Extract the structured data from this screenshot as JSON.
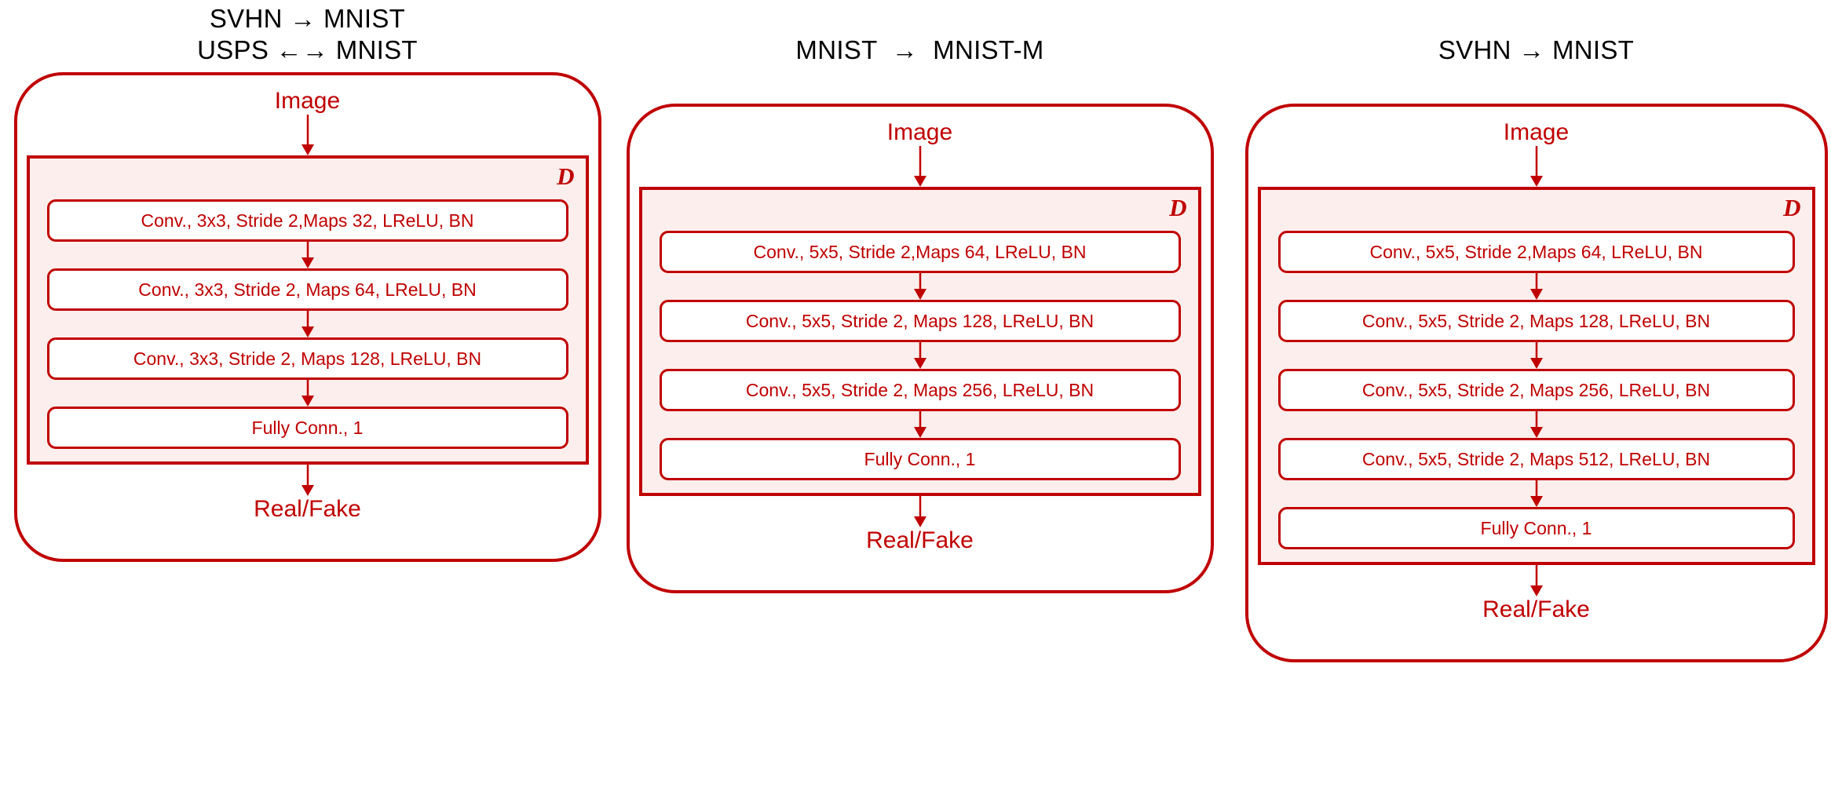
{
  "figure": {
    "background_color": "#FFFFFF",
    "accent_color": "#C00000",
    "block_fill_color": "#FCEEEC",
    "title_color": "#000000"
  },
  "panels": [
    {
      "id": "panel-1",
      "title_lines": [
        "SVHN → MNIST",
        "USPS ←→ MNIST"
      ],
      "input_label": "Image",
      "output_label": "Real/Fake",
      "block_badge": "D",
      "layers": [
        "Conv., 3x3, Stride 2,Maps 32, LReLU, BN",
        "Conv., 3x3, Stride 2, Maps 64, LReLU, BN",
        "Conv., 3x3, Stride 2, Maps 128, LReLU, BN",
        "Fully Conn., 1"
      ]
    },
    {
      "id": "panel-2",
      "title_lines": [
        "MNIST  →  MNIST-M"
      ],
      "input_label": "Image",
      "output_label": "Real/Fake",
      "block_badge": "D",
      "layers": [
        "Conv., 5x5, Stride 2,Maps 64, LReLU, BN",
        "Conv., 5x5, Stride 2, Maps 128, LReLU, BN",
        "Conv., 5x5, Stride 2, Maps 256, LReLU, BN",
        "Fully Conn., 1"
      ]
    },
    {
      "id": "panel-3",
      "title_lines": [
        "SVHN → MNIST"
      ],
      "input_label": "Image",
      "output_label": "Real/Fake",
      "block_badge": "D",
      "layers": [
        "Conv., 5x5, Stride 2,Maps 64, LReLU, BN",
        "Conv., 5x5, Stride 2, Maps 128, LReLU, BN",
        "Conv., 5x5, Stride 2, Maps 256, LReLU, BN",
        "Conv., 5x5, Stride 2, Maps 512, LReLU, BN",
        "Fully Conn., 1"
      ]
    }
  ]
}
